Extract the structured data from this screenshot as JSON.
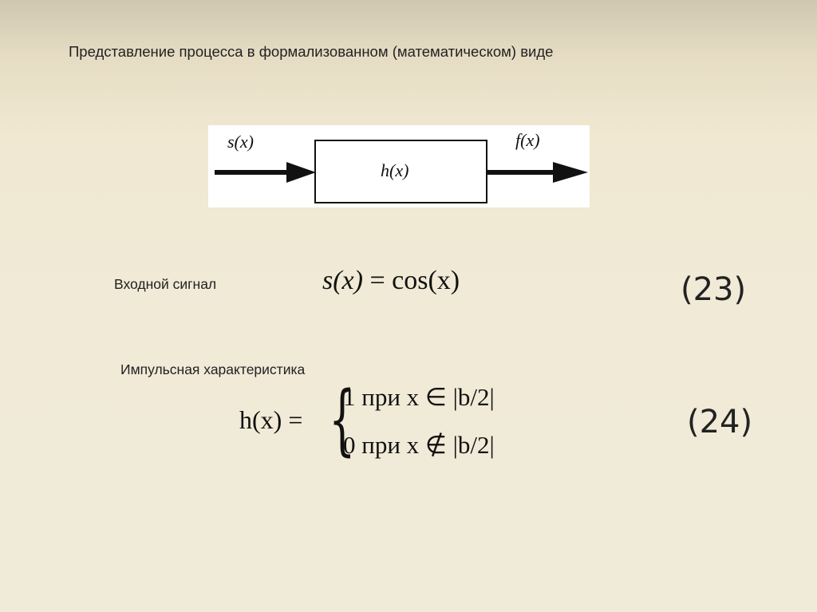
{
  "slide": {
    "title": "Представление процесса в  формализованном (математическом) виде"
  },
  "diagram": {
    "input_label": "s(x)",
    "block_label": "h(x)",
    "output_label": "f(x)"
  },
  "equation_23": {
    "label": "Входной сигнал",
    "lhs": "s(x)",
    "eq": "=",
    "rhs": "cos(x)",
    "number": "(23)"
  },
  "equation_24": {
    "label": "Импульсная характеристика",
    "lhs": "h(x) =",
    "case1": "1 при x ∈ |b/2|",
    "case2": "0 при x ∉ |b/2|",
    "number": "(24)"
  },
  "colors": {
    "background": "#f0ebd8",
    "text": "#222222",
    "diagram_bg": "#ffffff"
  }
}
